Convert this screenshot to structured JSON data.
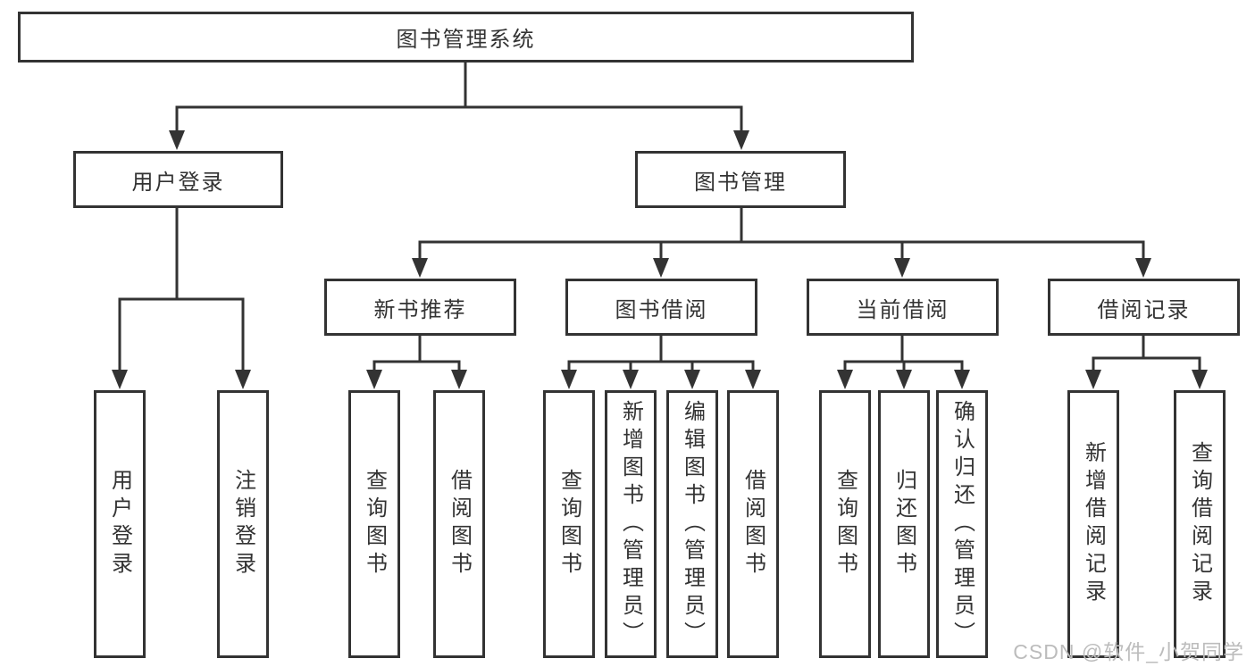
{
  "diagram": {
    "root": "图书管理系统",
    "level1": [
      "用户登录",
      "图书管理"
    ],
    "level2": [
      "新书推荐",
      "图书借阅",
      "当前借阅",
      "借阅记录"
    ],
    "leaves": {
      "user_login": [
        "用户登录",
        "注销登录"
      ],
      "new_book": [
        "查询图书",
        "借阅图书"
      ],
      "book_borrow": [
        "查询图书",
        "新增图书（管理员）",
        "编辑图书（管理员）",
        "借阅图书"
      ],
      "current_borrow": [
        "查询图书",
        "归还图书",
        "确认归还（管理员）"
      ],
      "borrow_record": [
        "新增借阅记录",
        "查询借阅记录"
      ]
    }
  },
  "watermark": "CSDN @软件_小贺同学",
  "colors": {
    "line": "#333333",
    "box_border": "#333333",
    "box_fill": "#ffffff",
    "text": "#333333",
    "watermark_text": "#bcbcbc",
    "background": "#ffffff"
  }
}
